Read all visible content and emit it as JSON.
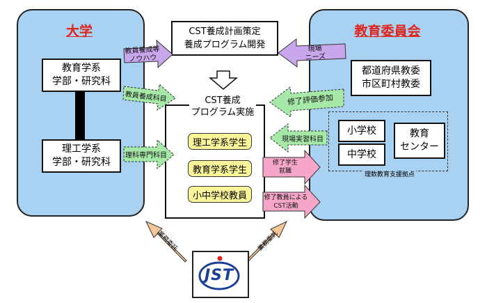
{
  "left_panel": {
    "title": "大学",
    "education": [
      "教育学系",
      "学部・研究科"
    ],
    "science": [
      "理工学系",
      "学部・研究科"
    ]
  },
  "right_panel": {
    "title": "教育委員会",
    "boards": [
      "都道府県教委",
      "市区町村教委"
    ],
    "elementary": "小学校",
    "junior_high": "中学校",
    "center": [
      "教育",
      "センター"
    ],
    "hub_label": "理数教育支援拠点"
  },
  "top_box": [
    "CST養成計画策定",
    "養成プログラム開発"
  ],
  "center_box": {
    "title": [
      "CST養成",
      "プログラム実施"
    ],
    "items": [
      "理工学系学生",
      "教育学系学生",
      "小中学校教員"
    ]
  },
  "arrows": {
    "know_how": [
      "教員養成等",
      "ノウハウ"
    ],
    "needs": [
      "現場",
      "ニーズ"
    ],
    "teacher_training": "教員養成科目",
    "evaluation": "修了評価参加",
    "science_subjects": "理科専門科目",
    "field_practice": "現場実習科目",
    "grad_employment": [
      "修了学生",
      "就職"
    ],
    "teacher_activity": [
      "修了教員による",
      "CST活動"
    ],
    "commission_left": "業務委託",
    "commission_right": "業務委託"
  },
  "logo": {
    "text": "JST"
  },
  "colors": {
    "panel_blue": "#a9d1f1",
    "title_red": "#e0231b",
    "item_yellow": "#fbf59a",
    "arrow_purple": "#c8a6ec",
    "arrow_green": "#a6e8a8",
    "arrow_blue": "#a9c9f2",
    "arrow_pink": "#f6a6c8",
    "arrow_orange": "#f4c596",
    "logo_blue": "#1a3f9a",
    "logo_red": "#e0231b"
  }
}
